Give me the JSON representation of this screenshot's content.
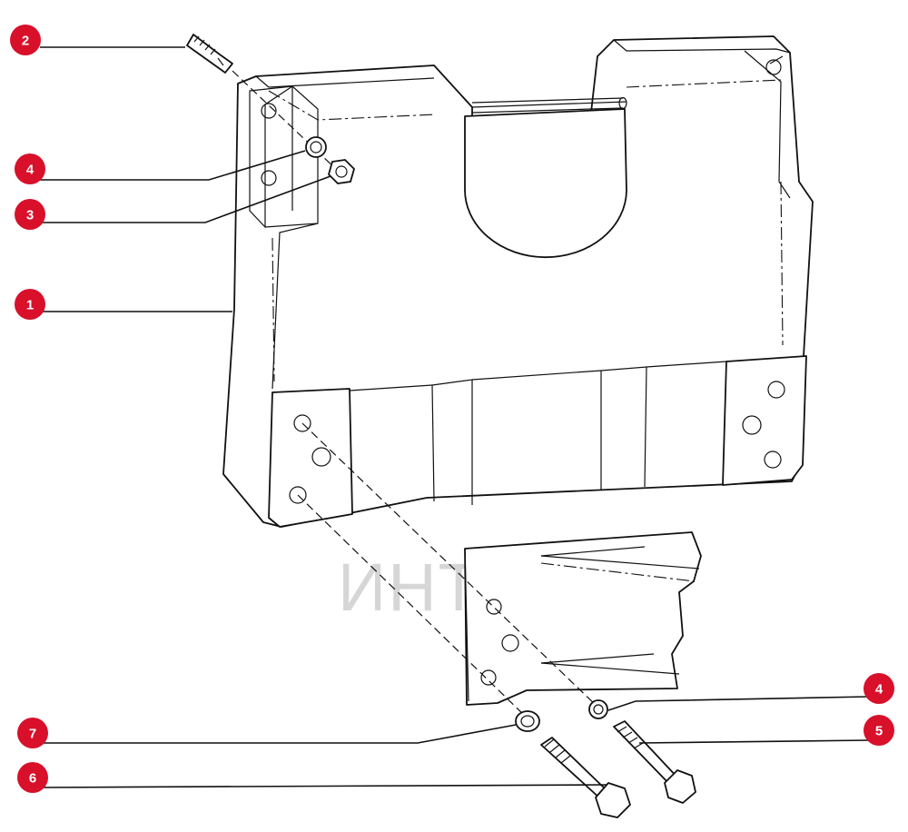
{
  "watermark": {
    "text": "ИНТЕХ",
    "color": "#f0a0a8"
  },
  "callouts": [
    {
      "id": "c2a",
      "label": "2"
    },
    {
      "id": "c4a",
      "label": "4"
    },
    {
      "id": "c3",
      "label": "3"
    },
    {
      "id": "c1",
      "label": "1"
    },
    {
      "id": "c7",
      "label": "7"
    },
    {
      "id": "c6",
      "label": "6"
    },
    {
      "id": "c4b",
      "label": "4"
    },
    {
      "id": "c5",
      "label": "5"
    }
  ],
  "colors": {
    "callout": "#d8102a",
    "line": "#111111"
  }
}
